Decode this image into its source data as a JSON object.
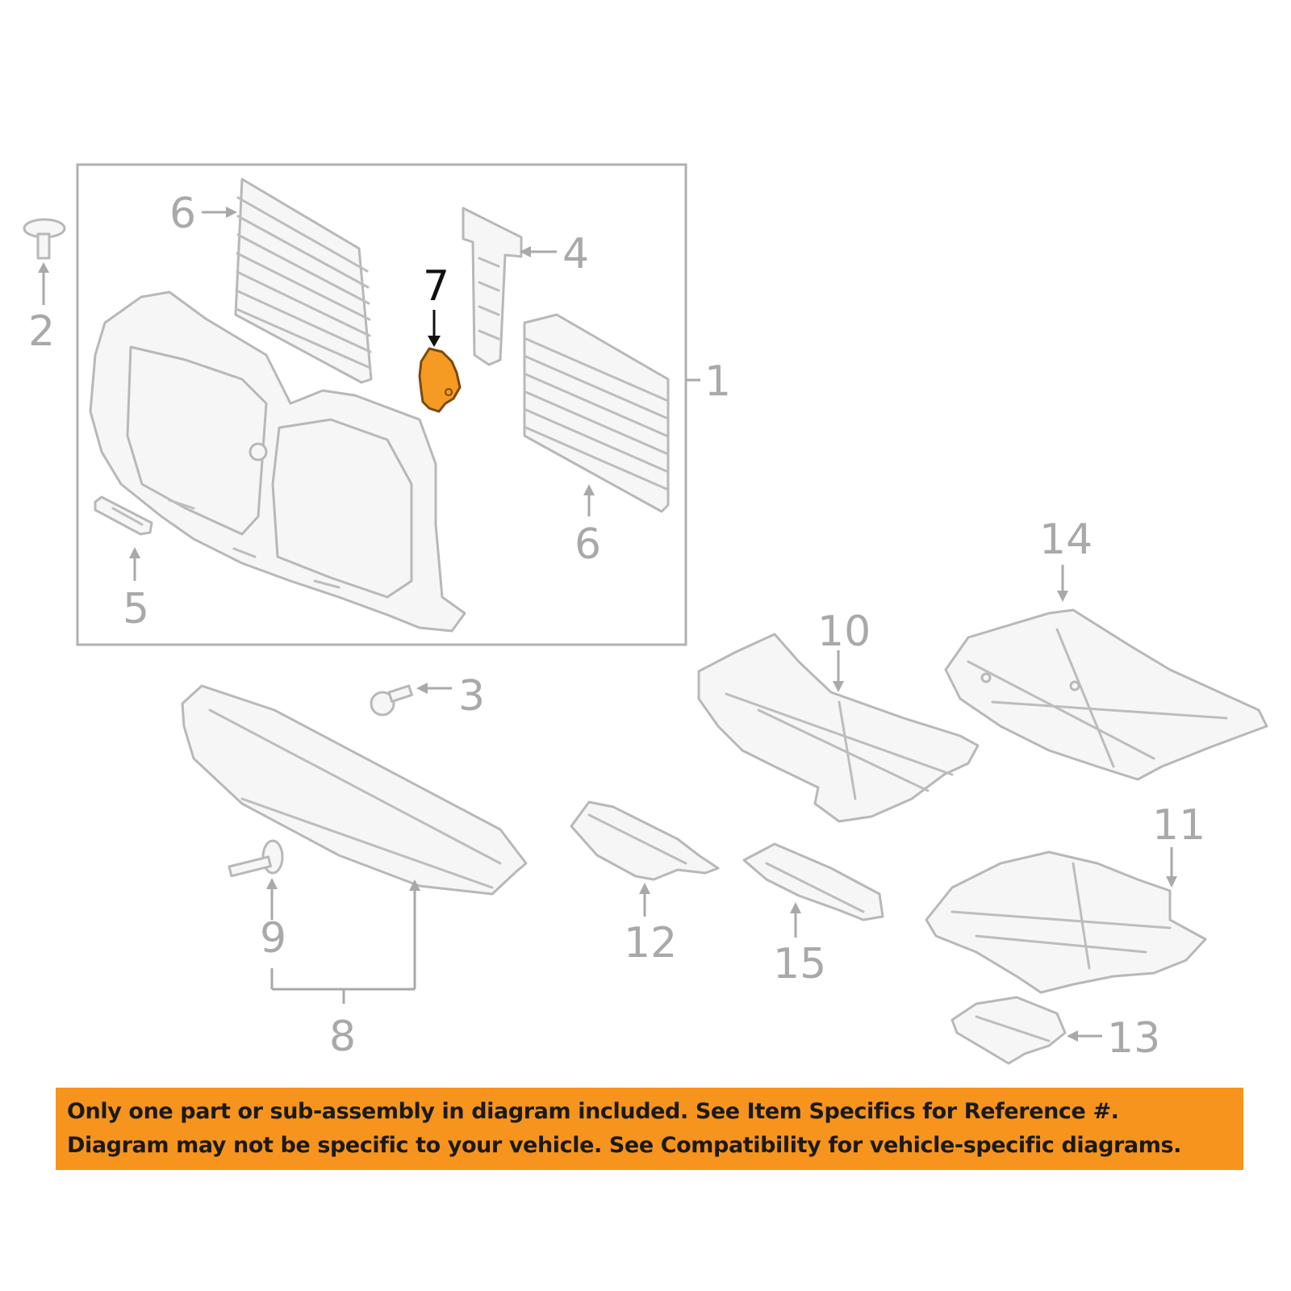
{
  "colors": {
    "highlight": "#f59a23",
    "banner": "#f7941d",
    "line_art": "#b8b8b8",
    "label_gray": "#a9a9a9",
    "label_highlight": "#111111"
  },
  "callouts": {
    "c1": "1",
    "c2": "2",
    "c3": "3",
    "c4": "4",
    "c5": "5",
    "c6a": "6",
    "c6b": "6",
    "c7": "7",
    "c8": "8",
    "c9": "9",
    "c10": "10",
    "c11": "11",
    "c12": "12",
    "c13": "13",
    "c14": "14",
    "c15": "15"
  },
  "highlighted_callout": "7",
  "notice": {
    "line1": "Only one part or sub-assembly in diagram included. See Item Specifics for Reference #.",
    "line2": "Diagram may not be specific to your vehicle. See Compatibility for vehicle-specific diagrams."
  }
}
